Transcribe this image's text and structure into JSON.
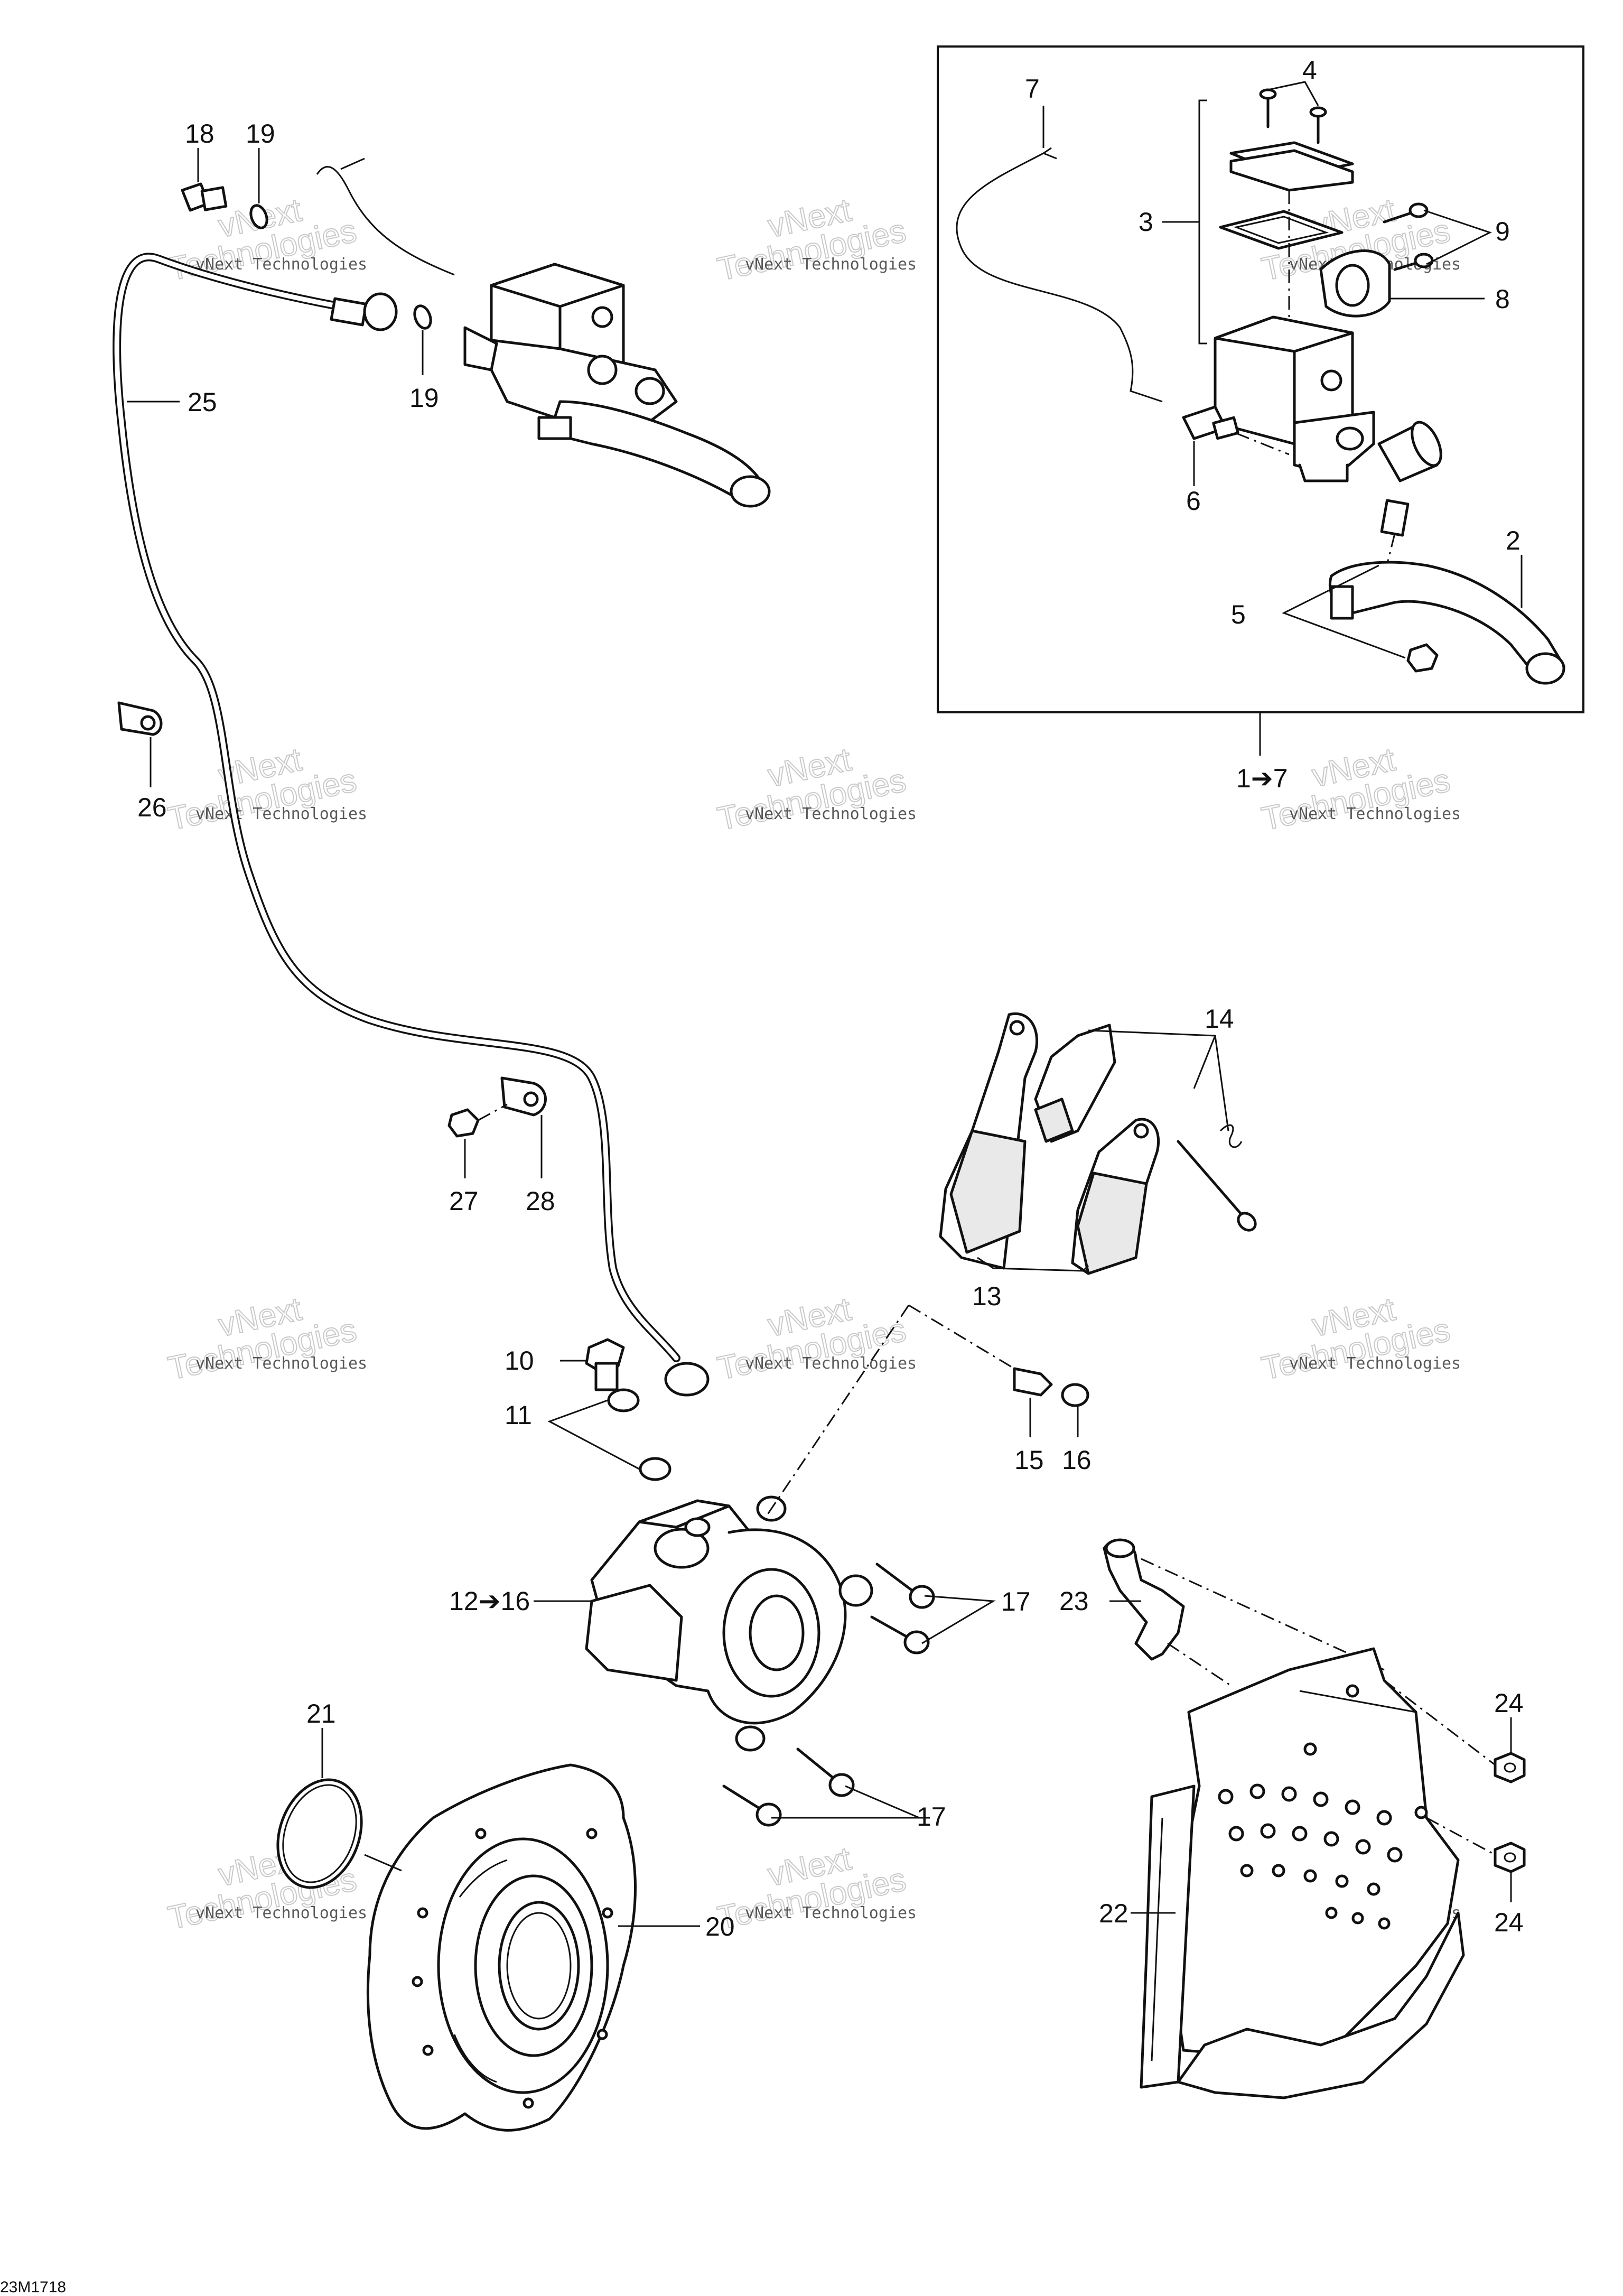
{
  "watermark": {
    "line1": "vNext Technologies",
    "line2": "Technologies",
    "line3": "vNext"
  },
  "drawing_code": "23M1718",
  "callouts": {
    "c1to7": "1➔7",
    "c2": "2",
    "c3": "3",
    "c4": "4",
    "c5": "5",
    "c6": "6",
    "c7": "7",
    "c8": "8",
    "c9": "9",
    "c10": "10",
    "c11": "11",
    "c12to16": "12➔16",
    "c13": "13",
    "c14": "14",
    "c15": "15",
    "c16": "16",
    "c17a": "17",
    "c17b": "17",
    "c18": "18",
    "c19a": "19",
    "c19b": "19",
    "c20": "20",
    "c21": "21",
    "c22": "22",
    "c23": "23",
    "c24a": "24",
    "c24b": "24",
    "c25": "25",
    "c26": "26",
    "c27": "27",
    "c28": "28"
  }
}
